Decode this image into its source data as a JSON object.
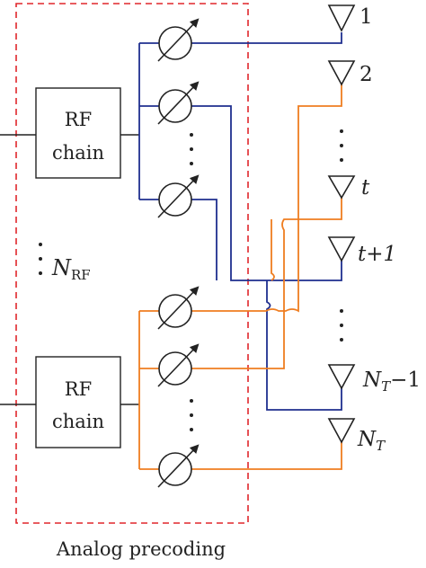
{
  "block_label": "Analog precoding",
  "rf_chain_upper": {
    "line1": "RF",
    "line2": "chain"
  },
  "rf_chain_lower": {
    "line1": "RF",
    "line2": "chain"
  },
  "nrf_label": {
    "main": "N",
    "sub": "RF"
  },
  "antennas": {
    "a1": "1",
    "a2": "2",
    "at": "t",
    "at1": "t+1",
    "ant_nt_minus_1": {
      "main": "N",
      "sub": "T",
      "suffix": "−1"
    },
    "ant_nt": {
      "main": "N",
      "sub": "T"
    }
  },
  "colors": {
    "upper_rf_paths": "#1f2f8f",
    "lower_rf_paths": "#ef7d20",
    "precoding_border": "#e0262b",
    "lines": "#222222"
  },
  "icons": [
    "antenna-icon",
    "phase-shifter-icon"
  ]
}
